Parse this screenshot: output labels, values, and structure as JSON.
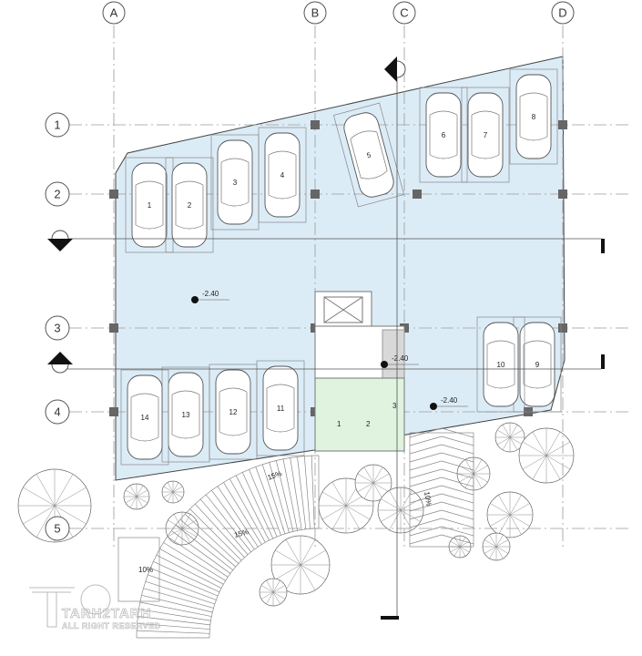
{
  "plan": {
    "grid_columns": [
      "A",
      "B",
      "C",
      "D"
    ],
    "grid_rows": [
      "1",
      "2",
      "3",
      "4",
      "5"
    ],
    "parking_spaces": [
      "1",
      "2",
      "3",
      "4",
      "5",
      "6",
      "7",
      "8",
      "9",
      "10",
      "11",
      "12",
      "13",
      "14"
    ],
    "core_rooms": [
      "1",
      "2",
      "3"
    ],
    "levels": [
      "-2.40",
      "-2.40",
      "-2.40"
    ],
    "ramp_slopes": [
      "15%",
      "15%",
      "10%",
      "10%"
    ],
    "colors": {
      "parking_floor": "#dcecf7",
      "core_floor": "#dff3df",
      "stair_landing": "#d8d8d8"
    }
  },
  "watermark": {
    "brand": "TARH2TARH",
    "notice": "ALL RIGHT RESERVED"
  }
}
